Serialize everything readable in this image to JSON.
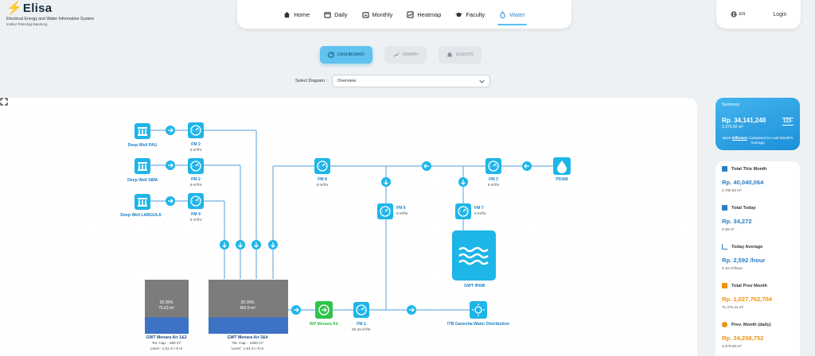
{
  "brand": {
    "name": "Elisa",
    "subtitle": "Electrical Energy and Water Information System",
    "institution": "Institut Teknologi Bandung"
  },
  "nav": {
    "items": [
      {
        "label": "Home",
        "icon": "home-icon"
      },
      {
        "label": "Daily",
        "icon": "calendar-icon"
      },
      {
        "label": "Monthly",
        "icon": "calendar-month-icon"
      },
      {
        "label": "Heatmap",
        "icon": "heatmap-icon"
      },
      {
        "label": "Faculty",
        "icon": "graduation-cap-icon"
      },
      {
        "label": "Water",
        "icon": "water-drop-icon",
        "active": true
      }
    ],
    "language": "EN",
    "login": "Login"
  },
  "tabs": [
    {
      "label": "DASHBOARD",
      "active": true
    },
    {
      "label": "GRAPH",
      "active": false
    },
    {
      "label": "EVENTS",
      "active": false
    }
  ],
  "selector": {
    "label": "Select Diagram :",
    "value": "Overview"
  },
  "diagram": {
    "sources": [
      {
        "label": "Deep Well PAU"
      },
      {
        "label": "Deep Well SBM"
      },
      {
        "label": "Deep Well LABGULA"
      }
    ],
    "meters": [
      {
        "label": "FM 2",
        "flow": "0 m³/hr"
      },
      {
        "label": "FM 2",
        "flow": "0 m³/hr"
      },
      {
        "label": "FM 4",
        "flow": "0 m³/hr"
      },
      {
        "label": "FM 8",
        "flow": "0 m³/hr"
      },
      {
        "label": "FM 3",
        "flow": "0 m³/hr"
      },
      {
        "label": "FM 6",
        "flow": "0 m³/hr"
      },
      {
        "label": "FM 7",
        "flow": "0 m³/hr"
      },
      {
        "label": "FM 1",
        "flow": "62.15 m³/hr"
      }
    ],
    "pdam": "PDAM",
    "gwt_ipam": "GWT IPAM",
    "tank_left": {
      "name": "GWT Menara Air 1&2",
      "percent": "30.26%",
      "volume": "75.63 m³",
      "capacity": "Tot. Cap. : 250 m³",
      "level": "Level : 1.51 m / 5 m"
    },
    "tank_right": {
      "name": "GWT Menara Air 3&4",
      "percent": "30.26%",
      "volume": "453.9 m³",
      "capacity": "Tot. Cap. : 1500 m³",
      "level": "Level : 1.51 m / 5 m"
    },
    "wp": "WP Menara Air",
    "distribution": "ITB Ganesha Water Distribution",
    "fill_fraction": 0.3026,
    "colors": {
      "accent": "#1eb5e8",
      "green": "#2ec44a",
      "line": "#6fb1e4",
      "tank_gray": "#7c7c7c",
      "tank_blue": "#3d72c6"
    }
  },
  "summary": {
    "title": "Summary",
    "amount": "Rp. 34,141,248",
    "volume": "2,370.92 m³",
    "badge": "123-",
    "eff_prefix": "More ",
    "eff_word": "Efficient",
    "eff_suffix": " Compared to Last Month's Average"
  },
  "stats": [
    {
      "title": "Total This Month",
      "value": "Rp. 40,040,064",
      "unit": "2,780.56 m³",
      "color": "#2a7fc7",
      "icon": "calendar-icon"
    },
    {
      "title": "Total Today",
      "value": "Rp. 34,272",
      "unit": "2.38 m³",
      "color": "#2a7fc7",
      "icon": "calendar-icon"
    },
    {
      "title": "Today Average",
      "value": "Rp. 2,592 /hour",
      "unit": "0.18 m³/hour",
      "color": "#2a7fc7",
      "icon": "chart-icon"
    },
    {
      "title": "Total Prev Month",
      "value": "Rp. 1,027,762,704",
      "unit": "71,372.41 m³",
      "color": "#f0930f",
      "icon": "calendar-icon"
    },
    {
      "title": "Prev. Month (daily)",
      "value": "Rp. 34,258,752",
      "unit": "2,379.08 m³",
      "color": "#f0930f",
      "icon": "calendar-icon"
    }
  ]
}
